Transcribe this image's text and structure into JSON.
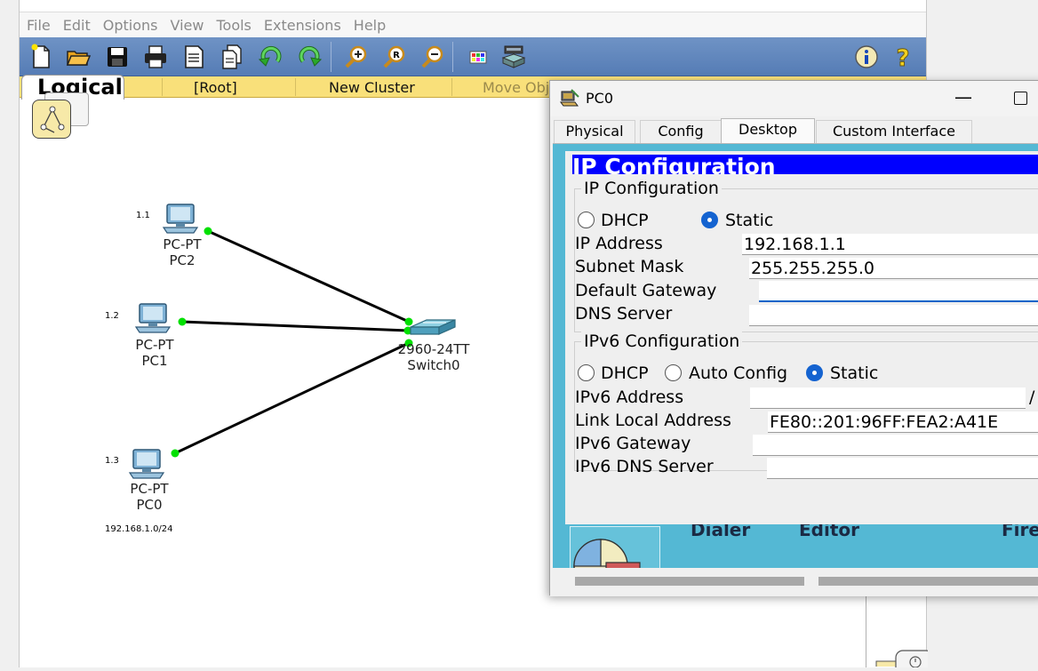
{
  "menu": [
    "File",
    "Edit",
    "Options",
    "View",
    "Tools",
    "Extensions",
    "Help"
  ],
  "workspace": {
    "logical_label": "Logical",
    "root_label": "[Root]",
    "new_cluster_label": "New Cluster",
    "move_object_label": "Move Obj"
  },
  "topology": {
    "pcs": [
      {
        "ip_suffix": "1.1",
        "type": "PC-PT",
        "name": "PC2"
      },
      {
        "ip_suffix": "1.2",
        "type": "PC-PT",
        "name": "PC1"
      },
      {
        "ip_suffix": "1.3",
        "type": "PC-PT",
        "name": "PC0"
      }
    ],
    "switch": {
      "type": "2960-24TT",
      "name": "Switch0"
    },
    "network_label": "192.168.1.0/24",
    "link_color": "#000000",
    "port_color": "#00e000"
  },
  "pc0_window": {
    "title": "PC0",
    "minimize_glyph": "—",
    "tabs": [
      "Physical",
      "Config",
      "Desktop",
      "Custom Interface"
    ],
    "active_tab": "Desktop",
    "header_title": "IP Configuration",
    "ipv4": {
      "group_title": "IP Configuration",
      "dhcp_label": "DHCP",
      "static_label": "Static",
      "mode": "Static",
      "ip_address_label": "IP Address",
      "ip_address": "192.168.1.1",
      "subnet_mask_label": "Subnet Mask",
      "subnet_mask": "255.255.255.0",
      "default_gateway_label": "Default Gateway",
      "default_gateway": "",
      "dns_server_label": "DNS Server",
      "dns_server": ""
    },
    "ipv6": {
      "group_title": "IPv6 Configuration",
      "dhcp_label": "DHCP",
      "auto_config_label": "Auto Config",
      "static_label": "Static",
      "mode": "Static",
      "address_label": "IPv6 Address",
      "address": "",
      "prefix_separator": "/",
      "link_local_label": "Link Local Address",
      "link_local": "FE80::201:96FF:FEA2:A41E",
      "gateway_label": "IPv6 Gateway",
      "gateway": "",
      "dns_label": "IPv6 DNS Server",
      "dns": ""
    },
    "apps": [
      "Dialer",
      "Editor",
      "Fire"
    ]
  },
  "colors": {
    "toolbar_blue": "#5f86bd",
    "logical_bar": "#f9e07a",
    "desktop_teal": "#54b8d4",
    "header_blue": "#0000ff",
    "radio_blue": "#1463d0"
  }
}
